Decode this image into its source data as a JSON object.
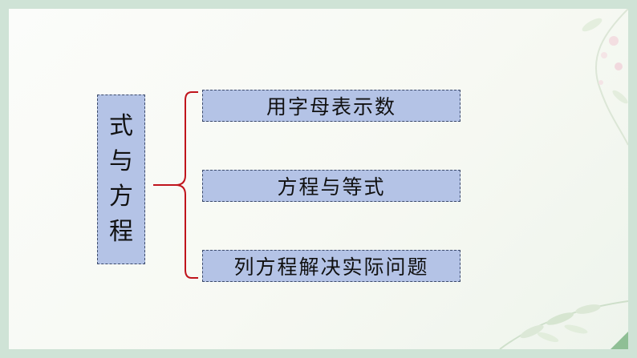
{
  "root": {
    "chars": [
      "式",
      "与",
      "方",
      "程"
    ]
  },
  "children": [
    {
      "label": "用字母表示数"
    },
    {
      "label": "方程与等式"
    },
    {
      "label": "列方程解决实际问题"
    }
  ],
  "colors": {
    "box_fill": "#b4c3e6",
    "box_border": "#3b4a6b",
    "brace": "#c0141c",
    "frame": "#cfe3d6",
    "corner_accent": "#8fbf95"
  }
}
